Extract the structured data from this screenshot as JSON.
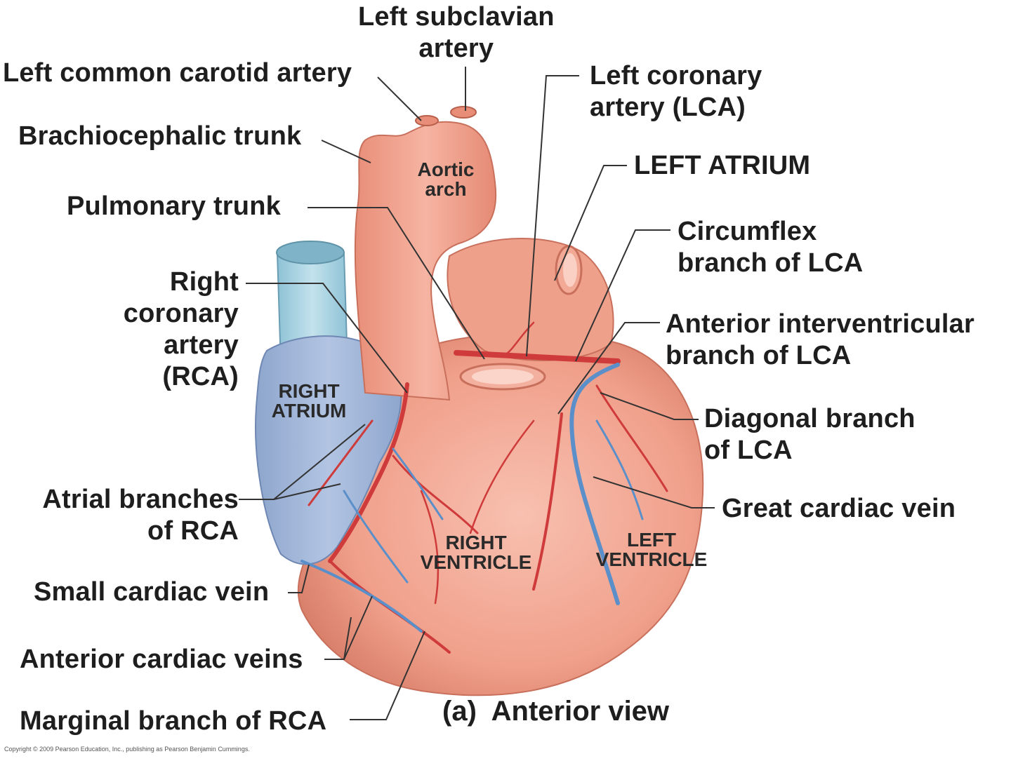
{
  "figure": {
    "caption_letter": "(a)",
    "caption_text": "Anterior view",
    "copyright": "Copyright © 2009 Pearson Education, Inc., publishing as Pearson Benjamin Cummings."
  },
  "labels": {
    "left_subclavian": "Left subclavian\nartery",
    "left_common_carotid": "Left common carotid artery",
    "brachiocephalic": "Brachiocephalic trunk",
    "pulmonary_trunk": "Pulmonary trunk",
    "right_coronary": "Right\ncoronary\nartery\n(RCA)",
    "atrial_branches": "Atrial branches\nof RCA",
    "small_cardiac_vein": "Small cardiac vein",
    "anterior_cardiac_veins": "Anterior cardiac veins",
    "marginal_branch": "Marginal branch of RCA",
    "left_coronary": "Left coronary\nartery (LCA)",
    "left_atrium": "LEFT ATRIUM",
    "circumflex": "Circumflex\nbranch of LCA",
    "anterior_interventricular": "Anterior interventricular\nbranch of LCA",
    "diagonal_branch": "Diagonal branch\nof LCA",
    "great_cardiac_vein": "Great cardiac vein"
  },
  "organ_labels": {
    "aortic_arch": "Aortic\narch",
    "right_atrium": "RIGHT\nATRIUM",
    "right_ventricle": "RIGHT\nVENTRICLE",
    "left_ventricle": "LEFT\nVENTRICLE"
  },
  "colors": {
    "heart": "#f2a28e",
    "heart_shade": "#e0836f",
    "artery": "#cf3a3a",
    "vein": "#5b8fc9",
    "atrium_blue": "#9fb4d6",
    "vena_cava": "#a9d2e0",
    "leader": "#333333"
  }
}
